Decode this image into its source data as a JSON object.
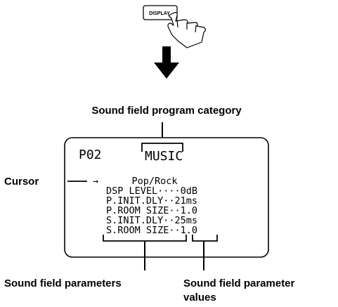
{
  "button": {
    "label": "DISPLAY"
  },
  "display": {
    "program_number": "P02",
    "category": "MUSIC",
    "program_name": "Pop/Rock",
    "cursor_symbol": "→",
    "parameters": [
      {
        "name": "DSP LEVEL",
        "dots": "····",
        "value": "0dB"
      },
      {
        "name": "P.INIT.DLY",
        "dots": "··",
        "value": "21ms"
      },
      {
        "name": "P.ROOM SIZE",
        "dots": "··",
        "value": "1.0"
      },
      {
        "name": "S.INIT.DLY",
        "dots": "··",
        "value": "25ms"
      },
      {
        "name": "S.ROOM SIZE",
        "dots": "··",
        "value": "1.0"
      }
    ]
  },
  "callouts": {
    "category": "Sound field program category",
    "cursor": "Cursor",
    "parameters": "Sound field parameters",
    "values_line1": "Sound field parameter",
    "values_line2": "values"
  },
  "icons": {
    "hand": "hand-pressing-icon",
    "arrow": "down-arrow-icon"
  }
}
